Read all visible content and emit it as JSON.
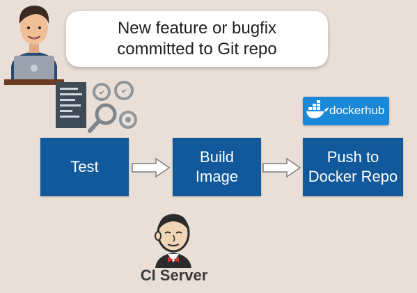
{
  "callout": {
    "line1": "New feature or bugfix",
    "line2": "committed to Git repo"
  },
  "registry": {
    "label": "dockerhub",
    "icon": "docker-whale-icon",
    "color": "#1a88d6"
  },
  "steps": [
    {
      "line1": "Test",
      "line2": ""
    },
    {
      "line1": "Build",
      "line2": "Image"
    },
    {
      "line1": "Push to",
      "line2": "Docker Repo"
    }
  ],
  "ci": {
    "label": "CI Server",
    "icon": "jenkins-butler-icon"
  },
  "icons": {
    "developer": "developer-laptop-icon",
    "tests": "code-gears-magnifier-icon",
    "arrow": "right-arrow-icon"
  },
  "colors": {
    "background": "#eadfd6",
    "step_box": "#12599c",
    "step_text": "#ffffff"
  }
}
